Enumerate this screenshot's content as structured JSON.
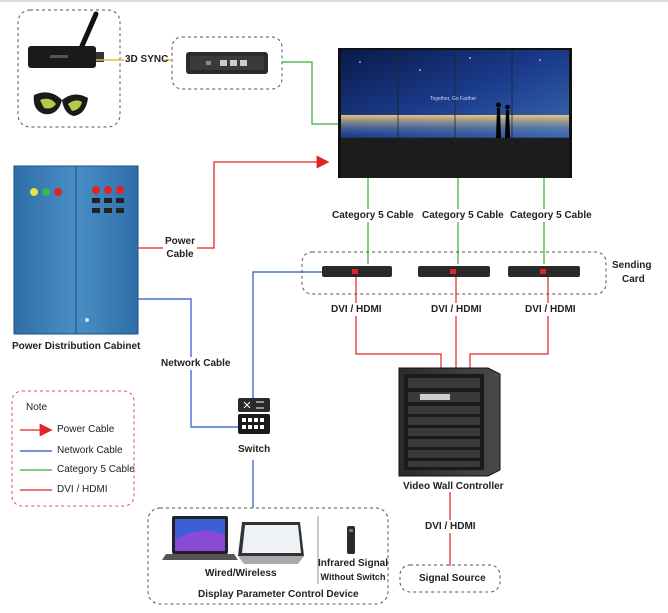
{
  "labels": {
    "sync": "3D SYNC",
    "power_cable": "Power",
    "power_cable2": "Cable",
    "cat5_1": "Category 5 Cable",
    "cat5_2": "Category 5 Cable",
    "cat5_3": "Category 5 Cable",
    "sending_card": "Sending",
    "sending_card2": "Card",
    "dvi_1": "DVI / HDMI",
    "dvi_2": "DVI / HDMI",
    "dvi_3": "DVI / HDMI",
    "dvi_4": "DVI / HDMI",
    "cabinet": "Power Distribution Cabinet",
    "network_cable": "Network Cable",
    "switch": "Switch",
    "controller": "Video Wall Controller",
    "signal_source": "Signal Source",
    "wired_wireless": "Wired/Wireless",
    "infrared": "Infrared Signal",
    "without_switch": "Without Switch",
    "control_device": "Display Parameter Control Device",
    "screen_text": "Together, Go Farther"
  },
  "legend": {
    "title": "Note",
    "items": [
      {
        "label": "Power Cable",
        "color": "#e02424",
        "arrow": true
      },
      {
        "label": "Network Cable",
        "color": "#2255cc",
        "arrow": false
      },
      {
        "label": "Category 5 Cable",
        "color": "#3aaa35",
        "arrow": false
      },
      {
        "label": "DVI / HDMI",
        "color": "#e02424",
        "arrow": false
      }
    ]
  },
  "colors": {
    "power": "#e02424",
    "network": "#2255cc",
    "cat5": "#3aaa35",
    "dvi": "#e02424",
    "cabinet": "#3a7fb5"
  }
}
